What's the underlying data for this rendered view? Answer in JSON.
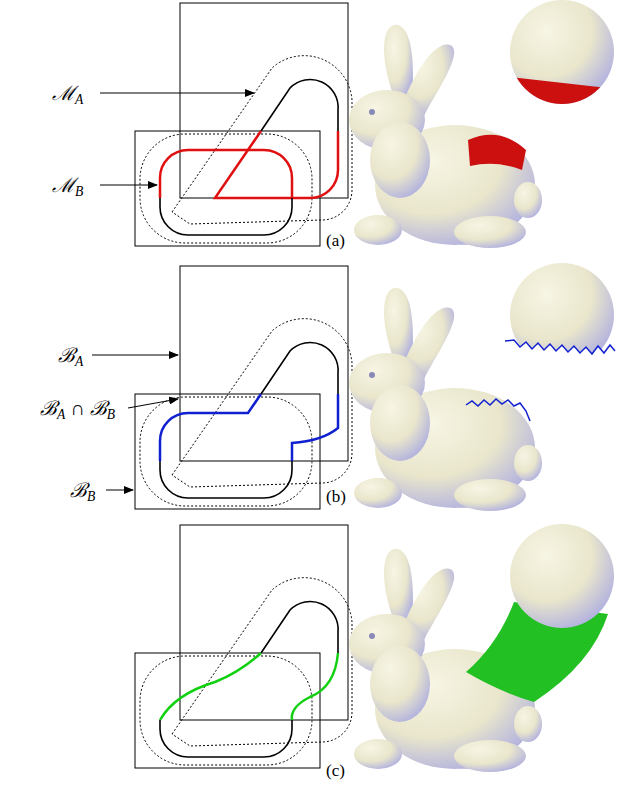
{
  "diagram": {
    "labels": [
      "ℳA",
      "ℳB",
      "(a)",
      "ℬA",
      "ℬA ∩ ℬB",
      "ℬB",
      "(b)",
      "(c)"
    ]
  }
}
